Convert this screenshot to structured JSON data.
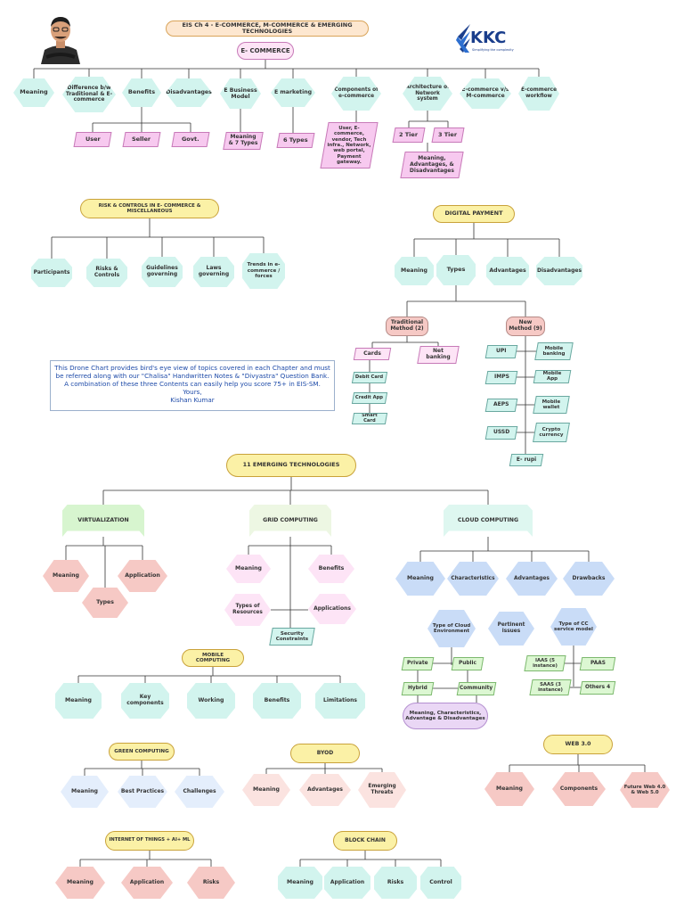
{
  "header": {
    "chapter_title": "EIS Ch 4 - E-COMMERCE, M-COMMERCE & EMERGING TECHNOLOGIES",
    "logo_text": "KKC",
    "logo_tagline": "Simplifying the complexity"
  },
  "ecommerce": {
    "root": "E- COMMERCE",
    "topics": [
      "Meaning",
      "Difference b/w Traditional & E-commerce",
      "Benefits",
      "Disadvantages",
      "E Business Model",
      "E marketing",
      "Components of e-commerce",
      "Architecture of Network system",
      "E-commerce v/s M-commerce",
      "E-commerce workflow"
    ],
    "benefits_children": [
      "User",
      "Seller",
      "Govt."
    ],
    "business_model_child": "Meaning & 7 Types",
    "marketing_child": "6 Types",
    "components_child": "User, E-commerce, vendor, Tech infra., Network, web portal, Payment gateway.",
    "architecture_children": [
      "2 Tier",
      "3 Tier"
    ],
    "architecture_detail": "Meaning, Advantages, & Disadvantages"
  },
  "risk": {
    "root": "RISK & CONTROLS IN E- COMMERCE & MISCELLANEOUS",
    "topics": [
      "Participants",
      "Risks & Controls",
      "Guidelines governing",
      "Laws governing",
      "Trends in e-commerce / forces"
    ]
  },
  "digital_payment": {
    "root": "DIGITAL PAYMENT",
    "topics": [
      "Meaning",
      "Types",
      "Advantages",
      "Disadvantages"
    ],
    "traditional": "Traditional Method (2)",
    "new": "New Method (9)",
    "traditional_children": [
      "Cards",
      "Net banking"
    ],
    "cards": [
      "Debit Card",
      "Credit App",
      "Smart Card"
    ],
    "new_left": [
      "UPI",
      "IMPS",
      "AEPS",
      "USSD"
    ],
    "new_right": [
      "Mobile banking",
      "Mobile App",
      "Mobile wallet",
      "Crypto currency"
    ],
    "new_bottom": "E- rupi"
  },
  "note": {
    "line1": "This Drone Chart provides bird's eye view of topics covered in each Chapter and must",
    "line2": "be referred along with our \"Chalisa\" Handwritten Notes & \"Divyastra\" Question Bank.",
    "line3": "A combination of these three Contents can easily help you score 75+ in EIS-SM.",
    "line4": "Yours,",
    "line5": "Kishan Kumar"
  },
  "emerging": {
    "root": "11 EMERGING TECHNOLOGIES",
    "virtualization": {
      "title": "VIRTUALIZATION",
      "items": [
        "Meaning",
        "Application",
        "Types"
      ]
    },
    "grid": {
      "title": "GRID COMPUTING",
      "items": [
        "Meaning",
        "Benefits",
        "Types of Resources",
        "Applications"
      ],
      "security": "Security Constraints"
    },
    "cloud": {
      "title": "CLOUD COMPUTING",
      "items": [
        "Meaning",
        "Characteristics",
        "Advantages",
        "Drawbacks"
      ],
      "env": "Type of Cloud Environment",
      "pertinent": "Pertinent issues",
      "service": "Type of CC service model",
      "env_children": [
        "Private",
        "Public",
        "Hybrid",
        "Community"
      ],
      "env_detail": "Meaning, Characteristics, Advantage & Disadvantages",
      "service_children": [
        "IAAS (5 instance)",
        "PAAS",
        "SAAS (3 instance)",
        "Others 4"
      ]
    },
    "mobile": {
      "title": "MOBILE COMPUTING",
      "items": [
        "Meaning",
        "Key components",
        "Working",
        "Benefits",
        "Limitations"
      ]
    },
    "green": {
      "title": "GREEN COMPUTING",
      "items": [
        "Meaning",
        "Best Practices",
        "Challenges"
      ]
    },
    "byod": {
      "title": "BYOD",
      "items": [
        "Meaning",
        "Advantages",
        "Emerging Threats"
      ]
    },
    "web3": {
      "title": "WEB 3.0",
      "items": [
        "Meaning",
        "Components",
        "Future Web 4.0 & Web 5.0"
      ]
    },
    "iot": {
      "title": "INTERNET OF THINGS + AI+ ML",
      "items": [
        "Meaning",
        "Application",
        "Risks"
      ]
    },
    "blockchain": {
      "title": "BLOCK CHAIN",
      "items": [
        "Meaning",
        "Application",
        "Risks",
        "Control"
      ]
    }
  },
  "colors": {
    "line": "#333333",
    "title_pill": "#fbf1a6",
    "ecommerce_node": "#d2f4ee",
    "pink_node": "#f7c9ef"
  }
}
